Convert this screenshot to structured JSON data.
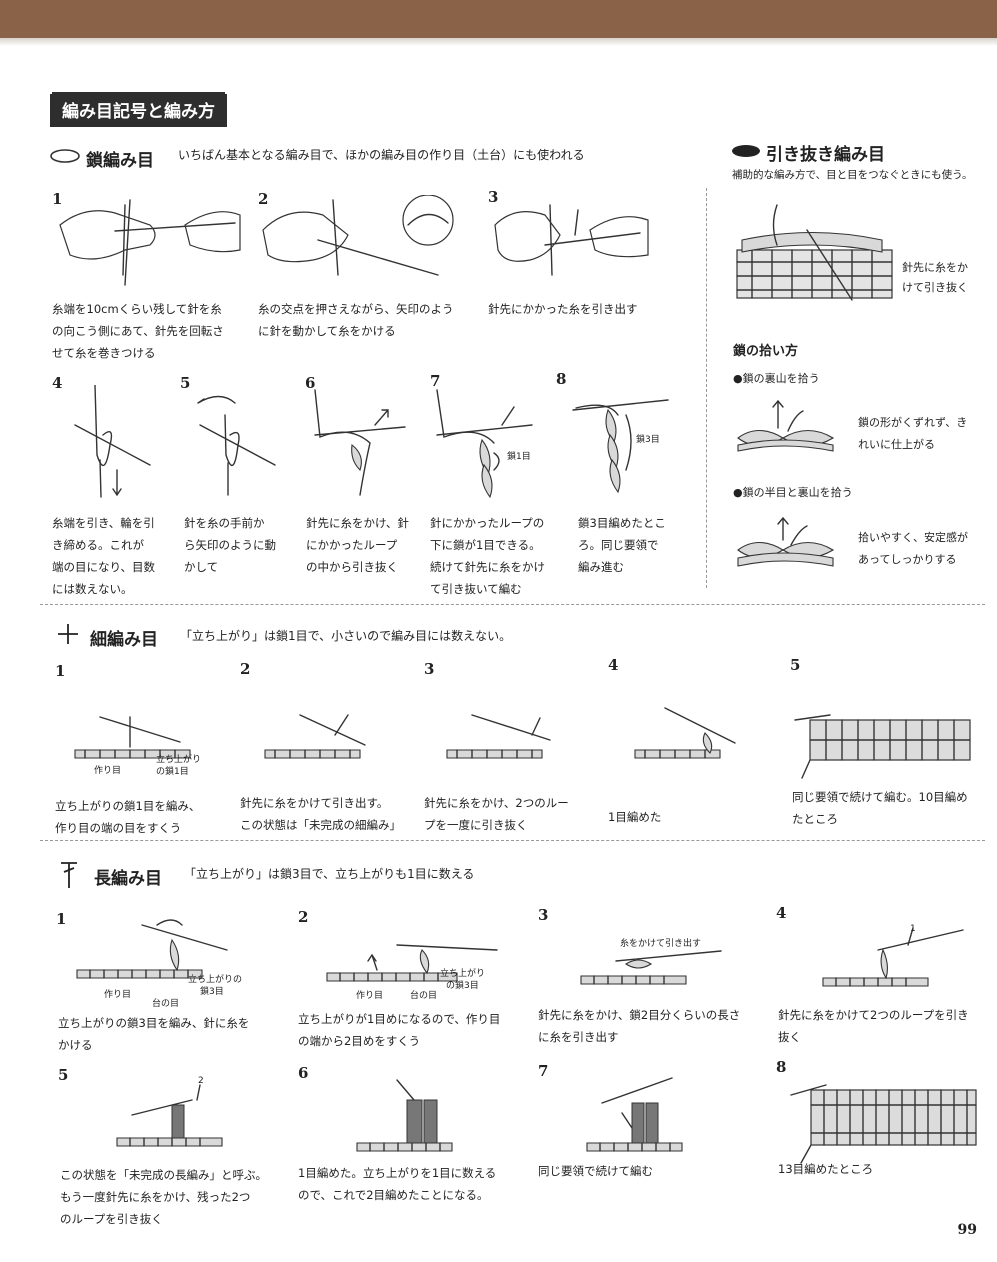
{
  "page": {
    "number": "99"
  },
  "main_heading": "編み目記号と編み方",
  "chain": {
    "title": "鎖編み目",
    "desc": "いちばん基本となる編み目で、ほかの編み目の作り目（土台）にも使われる",
    "steps": [
      {
        "n": "1",
        "text": [
          "糸端を10cmくらい残して針を糸",
          "の向こう側にあて、針先を回転さ",
          "せて糸を巻きつける"
        ]
      },
      {
        "n": "2",
        "text": [
          "糸の交点を押さえながら、矢印のよう",
          "に針を動かして糸をかける"
        ]
      },
      {
        "n": "3",
        "text": [
          "針先にかかった糸を引き出す"
        ]
      },
      {
        "n": "4",
        "text": [
          "糸端を引き、輪を引",
          "き締める。これが",
          "端の目になり、目数",
          "には数えない。"
        ]
      },
      {
        "n": "5",
        "text": [
          "針を糸の手前か",
          "ら矢印のように動",
          "かして"
        ]
      },
      {
        "n": "6",
        "text": [
          "針先に糸をかけ、針",
          "にかかったループ",
          "の中から引き抜く"
        ]
      },
      {
        "n": "7",
        "text": [
          "針にかかったループの",
          "下に鎖が1目できる。",
          "続けて針先に糸をかけ",
          "て引き抜いて編む"
        ],
        "label": "鎖1目"
      },
      {
        "n": "8",
        "text": [
          "鎖3目編めたとこ",
          "ろ。同じ要領で",
          "編み進む"
        ],
        "label": "鎖3目"
      }
    ]
  },
  "slip": {
    "title": "引き抜き編み目",
    "desc": "補助的な編み方で、目と目をつなぐときにも使う。",
    "caption": [
      "針先に糸をか",
      "けて引き抜く"
    ],
    "pickup_title": "鎖の拾い方",
    "pickup": [
      {
        "label": "●鎖の裏山を拾う",
        "text": [
          "鎖の形がくずれず、き",
          "れいに仕上がる"
        ]
      },
      {
        "label": "●鎖の半目と裏山を拾う",
        "text": [
          "拾いやすく、安定感が",
          "あってしっかりする"
        ]
      }
    ]
  },
  "single": {
    "title": "細編み目",
    "desc": "「立ち上がり」は鎖1目で、小さいので編み目には数えない。",
    "steps": [
      {
        "n": "1",
        "text": [
          "立ち上がりの鎖1目を編み、",
          "作り目の端の目をすくう"
        ],
        "labels": [
          "作り目",
          "立ち上がり",
          "の鎖1目"
        ]
      },
      {
        "n": "2",
        "text": [
          "針先に糸をかけて引き出す。",
          "この状態は「未完成の細編み」"
        ]
      },
      {
        "n": "3",
        "text": [
          "針先に糸をかけ、2つのルー",
          "プを一度に引き抜く"
        ]
      },
      {
        "n": "4",
        "text": [
          "1目編めた"
        ]
      },
      {
        "n": "5",
        "text": [
          "同じ要領で続けて編む。10目編め",
          "たところ"
        ]
      }
    ]
  },
  "double": {
    "title": "長編み目",
    "desc": "「立ち上がり」は鎖3目で、立ち上がりも1目に数える",
    "steps": [
      {
        "n": "1",
        "text": [
          "立ち上がりの鎖3目を編み、針に糸を",
          "かける"
        ],
        "labels": [
          "作り目",
          "立ち上がりの",
          "鎖3目",
          "台の目"
        ]
      },
      {
        "n": "2",
        "text": [
          "1目めになるので、作り目",
          "の端から2目めをすくう"
        ],
        "labels": [
          "作り目",
          "台の目",
          "立ち上がり",
          "の鎖3目"
        ],
        "lead": "立ち上がりが"
      },
      {
        "n": "3",
        "text": [
          "針先に糸をかけ、鎖2目分くらいの長さ",
          "に糸を引き出す"
        ],
        "labels": [
          "糸をかけて引き出す"
        ]
      },
      {
        "n": "4",
        "text": [
          "針先に糸をかけて2つのループを引き",
          "抜く"
        ],
        "labels": [
          "1"
        ]
      },
      {
        "n": "5",
        "text": [
          "この状態を「未完成の長編み」と呼ぶ。",
          "もう一度針先に糸をかけ、残った2つ",
          "のループを引き抜く"
        ],
        "labels": [
          "2"
        ]
      },
      {
        "n": "6",
        "text": [
          "1目編めた。立ち上がりを1目に数える",
          "ので、これで2目編めたことになる。"
        ]
      },
      {
        "n": "7",
        "text": [
          "同じ要領で続けて編む"
        ]
      },
      {
        "n": "8",
        "text": [
          "13目編めたところ"
        ]
      }
    ]
  }
}
